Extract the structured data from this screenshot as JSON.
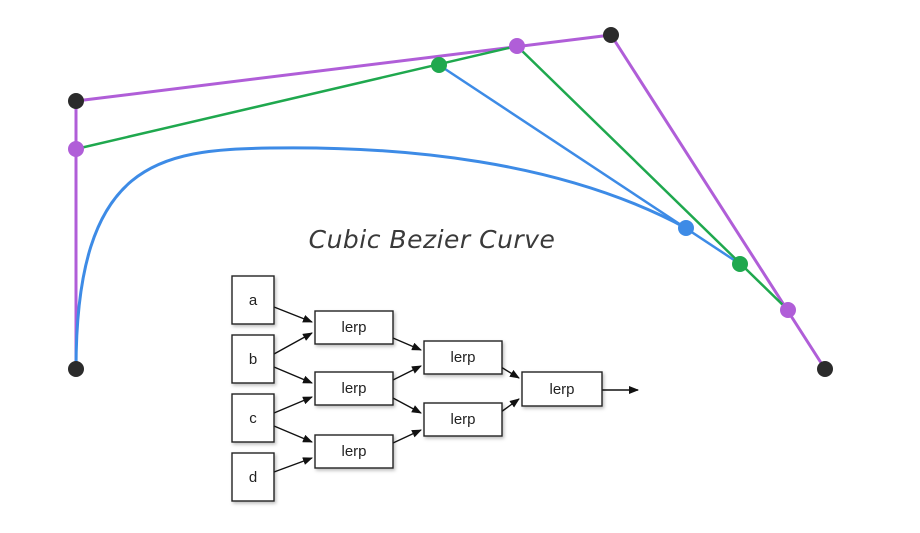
{
  "title": "Cubic Bezier Curve",
  "colors": {
    "control_polygon": "#b05ed8",
    "level2": "#1fa84e",
    "curve": "#3d8be6",
    "control_point": "#2b2b2b"
  },
  "diagram": {
    "inputs": [
      "a",
      "b",
      "c",
      "d"
    ],
    "lerp_label": "lerp",
    "lerps": [
      "lerp",
      "lerp",
      "lerp",
      "lerp",
      "lerp",
      "lerp"
    ]
  }
}
